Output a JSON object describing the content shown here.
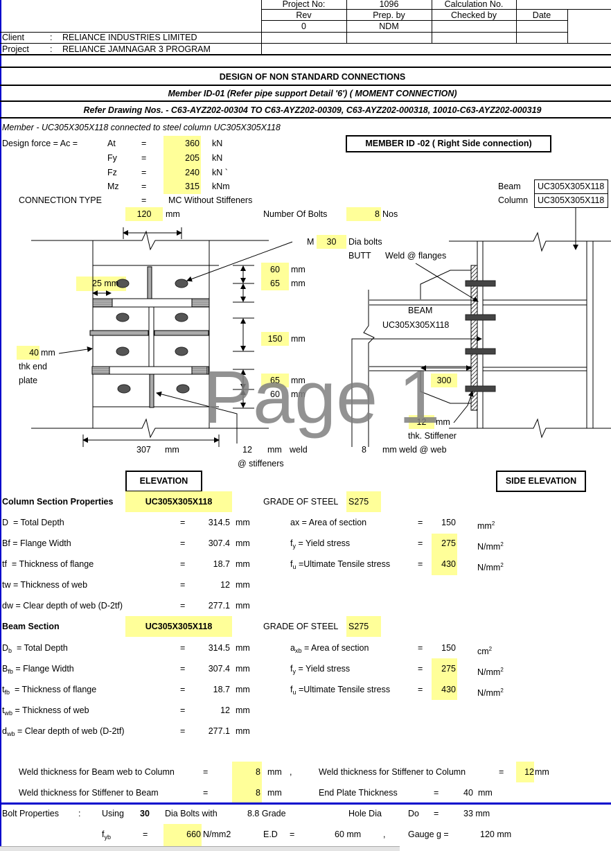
{
  "header": {
    "project_no_label": "Project No:",
    "project_no": "1096",
    "calc_no_label": "Calculation No.",
    "rev_label": "Rev",
    "prep_label": "Prep. by",
    "checked_label": "Checked by",
    "date_label": "Date",
    "rev": "0",
    "prep": "NDM",
    "client_label": "Client",
    "client": "RELIANCE INDUSTRIES LIMITED",
    "project_label": "Project",
    "project": "RELIANCE JAMNAGAR 3 PROGRAM",
    "colon": ":"
  },
  "titles": {
    "main": "DESIGN OF NON STANDARD CONNECTIONS",
    "member": "Member ID-01  (Refer pipe support Detail '6') ( MOMENT CONNECTION)",
    "drawings": "Refer Drawing Nos. -  C63-AYZ202-00304 TO C63-AYZ202-00309, C63-AYZ202-000318, 10010-C63-AYZ202-000319",
    "member_desc": "Member - UC305X305X118 connected to steel column UC305X305X118"
  },
  "forces": {
    "design_force_label": "Design force = Ac =",
    "eq": "=",
    "rows": [
      {
        "sym": "At",
        "value": "360",
        "unit": "kN"
      },
      {
        "sym": "Fy",
        "value": "205",
        "unit": "kN"
      },
      {
        "sym": "Fz",
        "value": "240",
        "unit": "kN  `"
      },
      {
        "sym": "Mz",
        "value": "315",
        "unit": "kNm"
      }
    ],
    "member_id_box": "MEMBER ID -02 ( Right Side connection)",
    "beam_label": "Beam",
    "beam_value": "UC305X305X118",
    "column_label": "Column",
    "column_value": "UC305X305X118",
    "connection_type_label": "CONNECTION TYPE",
    "connection_type": "MC Without Stiffeners",
    "gauge_value": "120",
    "mm": "mm",
    "bolts_label": "Number Of Bolts",
    "bolts_value": "8",
    "bolts_unit": "Nos"
  },
  "diagram": {
    "m_label": "M",
    "bolt_dia": "30",
    "dia_bolts": "Dia bolts",
    "butt": "BUTT",
    "weld_flanges": "Weld @ flanges",
    "edge_25": "25 mm",
    "dim_60a": "60",
    "dim_65a": "65",
    "dim_150": "150",
    "dim_65b": "65",
    "dim_60b": "60",
    "mm": "mm",
    "end_plate_thk": "40",
    "thk_end": "thk end",
    "plate": "plate",
    "beam_label": "BEAM",
    "beam_section": "UC305X305X118",
    "stiffener_len": "300",
    "stiffener_thk": "12",
    "thk_stiffener": "thk. Stiffener",
    "width_307": "307",
    "weld_12": "12",
    "weld_word": "weld",
    "at_stiffeners": "@ stiffeners",
    "weld_8": "8",
    "weld_web": "mm weld @ web",
    "elevation": "ELEVATION",
    "side_elevation": "SIDE ELEVATION",
    "watermark": "Page 1"
  },
  "column_section": {
    "title": "Column Section Properties",
    "section": "UC305X305X118",
    "grade_label": "GRADE OF STEEL",
    "grade": "S275",
    "eq": "=",
    "rows": [
      {
        "sym": "D",
        "sub": "",
        "desc": "  = Total Depth",
        "value": "314.5",
        "unit": "mm"
      },
      {
        "sym": "Bf",
        "sub": "",
        "desc": " = Flange Width",
        "value": "307.4",
        "unit": "mm"
      },
      {
        "sym": "tf",
        "sub": "",
        "desc": "  = Thickness of flange",
        "value": "18.7",
        "unit": "mm"
      },
      {
        "sym": "tw",
        "sub": "",
        "desc": " = Thickness of web",
        "value": "12",
        "unit": "mm"
      },
      {
        "sym": "dw",
        "sub": "",
        "desc": " = Clear depth of web (D-2tf)",
        "value": "277.1",
        "unit": "mm"
      }
    ],
    "props": [
      {
        "sym": "ax",
        "sub": "",
        "desc": " = Area of section",
        "value": "150",
        "unit": "mm",
        "sup": "2",
        "hl": false
      },
      {
        "sym": "f",
        "sub": "y",
        "desc": " = Yield stress",
        "value": "275",
        "unit": "N/mm",
        "sup": "2",
        "hl": true
      },
      {
        "sym": "f",
        "sub": "u",
        "desc": " =Ultimate Tensile stress",
        "value": "430",
        "unit": "N/mm",
        "sup": "2",
        "hl": true
      }
    ]
  },
  "beam_section": {
    "title": "Beam Section",
    "section": "UC305X305X118",
    "grade_label": "GRADE OF STEEL",
    "grade": "S275",
    "eq": "=",
    "rows": [
      {
        "sym": "D",
        "sub": "b",
        "desc": "  = Total Depth",
        "value": "314.5",
        "unit": "mm"
      },
      {
        "sym": "B",
        "sub": "fb",
        "desc": " = Flange Width",
        "value": "307.4",
        "unit": "mm"
      },
      {
        "sym": "t",
        "sub": "fb",
        "desc": "  = Thickness of flange",
        "value": "18.7",
        "unit": "mm"
      },
      {
        "sym": "t",
        "sub": "wb",
        "desc": " = Thickness of web",
        "value": "12",
        "unit": "mm"
      },
      {
        "sym": "d",
        "sub": "wb",
        "desc": " = Clear depth of web (D-2tf)",
        "value": "277.1",
        "unit": "mm"
      }
    ],
    "props": [
      {
        "sym": "a",
        "sub": "xb",
        "desc": " = Area of section",
        "value": "150",
        "unit": "cm",
        "sup": "2",
        "hl": false
      },
      {
        "sym": "f",
        "sub": "y",
        "desc": " = Yield stress",
        "value": "275",
        "unit": "N/mm",
        "sup": "2",
        "hl": true
      },
      {
        "sym": "f",
        "sub": "u",
        "desc": " =Ultimate Tensile stress",
        "value": "430",
        "unit": "N/mm",
        "sup": "2",
        "hl": true
      }
    ]
  },
  "welds": {
    "beam_web_label": "Weld thickness for Beam web to Column",
    "beam_web": "8",
    "stiff_col_label": "Weld thickness for Stiffener to Column",
    "stiff_col": "12",
    "stiff_beam_label": "Weld thickness for Stiffener to Beam",
    "stiff_beam": "8",
    "end_plate_label": "End Plate Thickness",
    "end_plate": "40",
    "eq": "=",
    "mm": "mm",
    "comma": ","
  },
  "bolts": {
    "label": "Bolt Properties",
    "colon": ":",
    "using": "Using",
    "dia": "30",
    "dia_with": "Dia Bolts with",
    "grade": "8.8 Grade",
    "hole_label": "Hole Dia",
    "do_label": "Do",
    "eq": "=",
    "hole": "33 mm",
    "fyb_sym": "f",
    "fyb_sub": "yb",
    "fyb": "660",
    "fyb_unit": "N/mm2",
    "ed_label": "E.D",
    "ed": "60 mm",
    "comma": ",",
    "gauge_label": "Gauge g =",
    "gauge": "120 mm"
  }
}
